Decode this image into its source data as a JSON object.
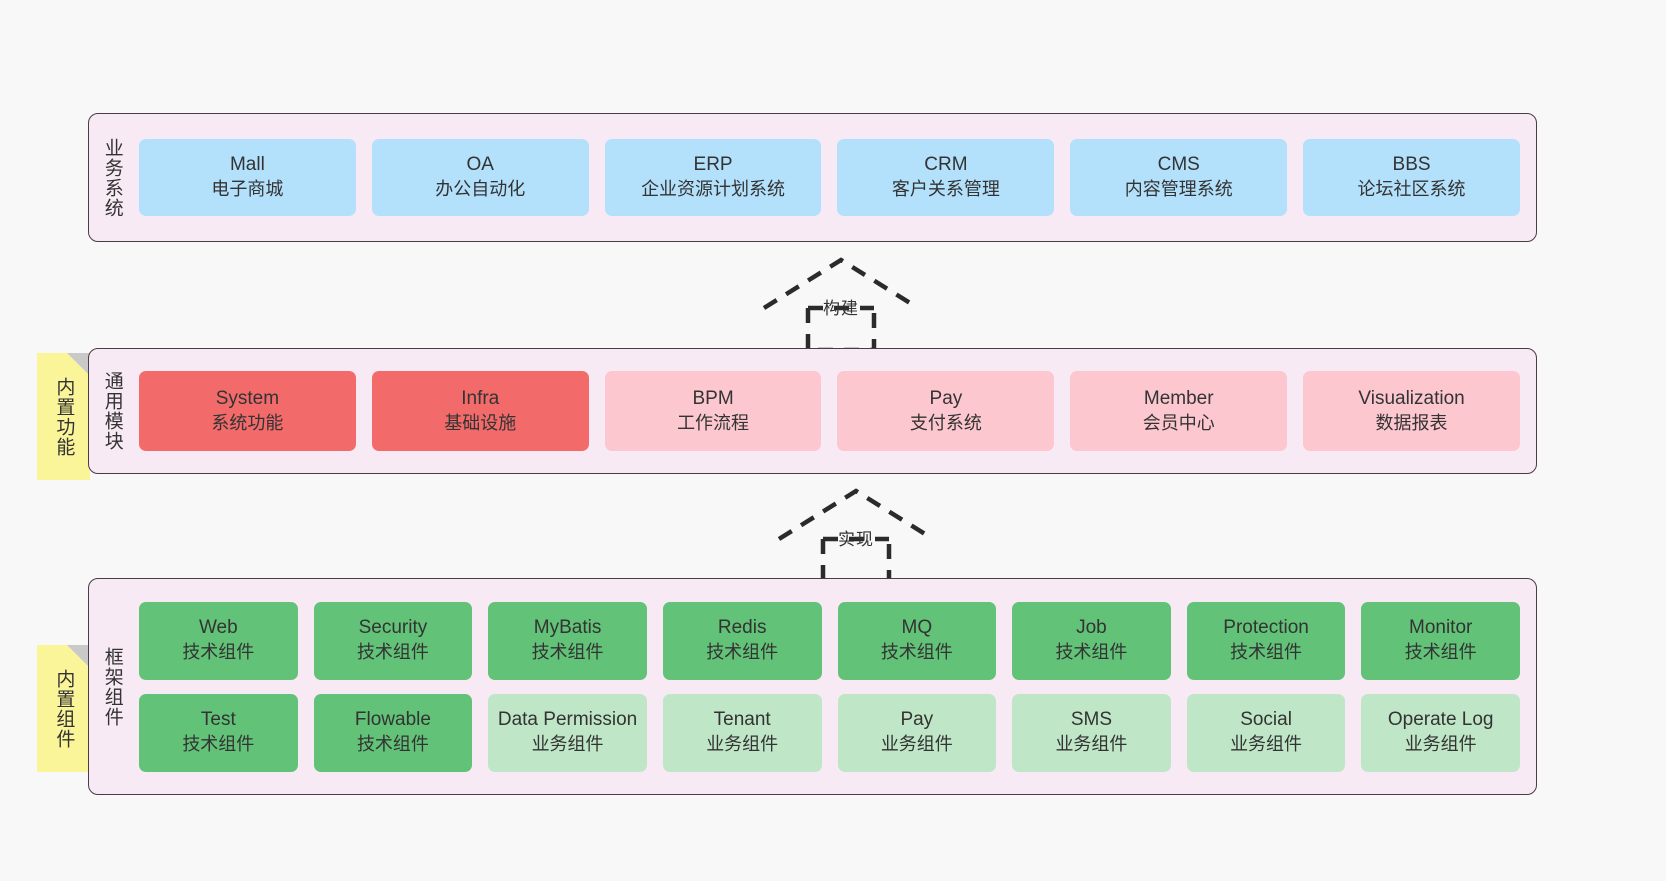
{
  "diagram": {
    "type": "layered-architecture",
    "background": "#f8f8f8",
    "layers": [
      {
        "id": "business",
        "title": "业务系统",
        "accent": "#b3e0fb",
        "rows": [
          [
            {
              "name": "Mall",
              "sub": "电子商城",
              "style": "c-blue"
            },
            {
              "name": "OA",
              "sub": "办公自动化",
              "style": "c-blue"
            },
            {
              "name": "ERP",
              "sub": "企业资源计划系统",
              "style": "c-blue"
            },
            {
              "name": "CRM",
              "sub": "客户关系管理",
              "style": "c-blue"
            },
            {
              "name": "CMS",
              "sub": "内容管理系统",
              "style": "c-blue"
            },
            {
              "name": "BBS",
              "sub": "论坛社区系统",
              "style": "c-blue"
            }
          ]
        ]
      },
      {
        "id": "common",
        "title": "通用模块",
        "note": "内置功能",
        "accent": "#f36a6a",
        "rows": [
          [
            {
              "name": "System",
              "sub": "系统功能",
              "style": "c-red"
            },
            {
              "name": "Infra",
              "sub": "基础设施",
              "style": "c-red"
            },
            {
              "name": "BPM",
              "sub": "工作流程",
              "style": "c-pink"
            },
            {
              "name": "Pay",
              "sub": "支付系统",
              "style": "c-pink"
            },
            {
              "name": "Member",
              "sub": "会员中心",
              "style": "c-pink"
            },
            {
              "name": "Visualization",
              "sub": "数据报表",
              "style": "c-pink"
            }
          ]
        ]
      },
      {
        "id": "framework",
        "title": "框架组件",
        "note": "内置组件",
        "accent": "#62c278",
        "rows": [
          [
            {
              "name": "Web",
              "sub": "技术组件",
              "style": "c-green"
            },
            {
              "name": "Security",
              "sub": "技术组件",
              "style": "c-green"
            },
            {
              "name": "MyBatis",
              "sub": "技术组件",
              "style": "c-green"
            },
            {
              "name": "Redis",
              "sub": "技术组件",
              "style": "c-green"
            },
            {
              "name": "MQ",
              "sub": "技术组件",
              "style": "c-green"
            },
            {
              "name": "Job",
              "sub": "技术组件",
              "style": "c-green"
            },
            {
              "name": "Protection",
              "sub": "技术组件",
              "style": "c-green"
            },
            {
              "name": "Monitor",
              "sub": "技术组件",
              "style": "c-green"
            }
          ],
          [
            {
              "name": "Test",
              "sub": "技术组件",
              "style": "c-green"
            },
            {
              "name": "Flowable",
              "sub": "技术组件",
              "style": "c-green"
            },
            {
              "name": "Data Permission",
              "sub": "业务组件",
              "style": "c-lgreen"
            },
            {
              "name": "Tenant",
              "sub": "业务组件",
              "style": "c-lgreen"
            },
            {
              "name": "Pay",
              "sub": "业务组件",
              "style": "c-lgreen"
            },
            {
              "name": "SMS",
              "sub": "业务组件",
              "style": "c-lgreen"
            },
            {
              "name": "Social",
              "sub": "业务组件",
              "style": "c-lgreen"
            },
            {
              "name": "Operate Log",
              "sub": "业务组件",
              "style": "c-lgreen"
            }
          ]
        ]
      }
    ],
    "connectors": [
      {
        "id": "build",
        "label": "构建",
        "from": "common",
        "to": "business",
        "style": "dashed-generalization"
      },
      {
        "id": "impl",
        "label": "实现",
        "from": "framework",
        "to": "common",
        "style": "dashed-generalization"
      }
    ]
  }
}
